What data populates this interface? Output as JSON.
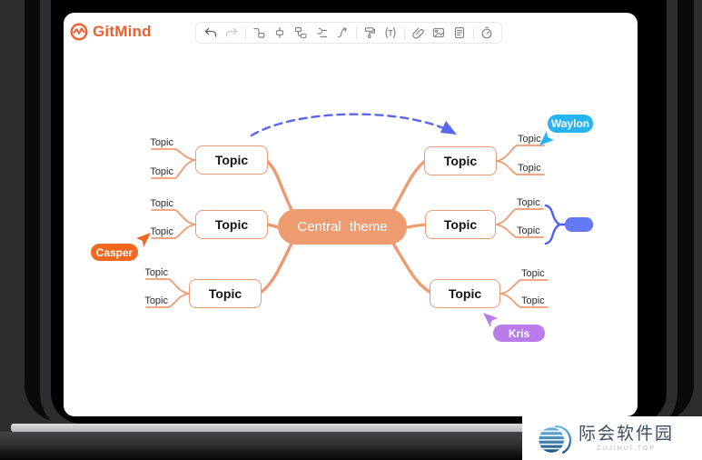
{
  "brand": {
    "name": "GitMind"
  },
  "toolbar": {
    "icons": [
      "undo",
      "redo",
      "insert-parent-topic",
      "insert-topic",
      "insert-subtopic",
      "outline",
      "relation-line",
      "format-painter",
      "text",
      "hyperlink",
      "image",
      "note",
      "timer"
    ]
  },
  "mindmap": {
    "central": {
      "label": "Central theme"
    },
    "left_nodes": [
      {
        "label": "Topic",
        "children": [
          "Topic",
          "Topic"
        ]
      },
      {
        "label": "Topic",
        "children": [
          "Topic",
          "Topic"
        ]
      },
      {
        "label": "Topic",
        "children": [
          "Topic",
          "Topic"
        ]
      }
    ],
    "right_nodes": [
      {
        "label": "Topic",
        "children": [
          "Topic",
          "Topic"
        ]
      },
      {
        "label": "Topic",
        "children": [
          "Topic",
          "Topic"
        ]
      },
      {
        "label": "Topic",
        "children": [
          "Topic",
          "Topic"
        ]
      }
    ],
    "collaborators": [
      {
        "name": "Casper",
        "color": "#F2671F"
      },
      {
        "name": "Waylon",
        "color": "#25B4F0"
      },
      {
        "name": "Kris",
        "color": "#B97CEA"
      }
    ],
    "colors": {
      "branch": "#EE9B72",
      "central_fill": "#EE9B70",
      "summary_fill": "#6478F8",
      "summary_bracket": "#4C5FF2",
      "relation_arrow": "#5866EE"
    }
  },
  "watermark": {
    "title": "际会软件园",
    "subtitle": "ZUJIHUI.TOP"
  }
}
